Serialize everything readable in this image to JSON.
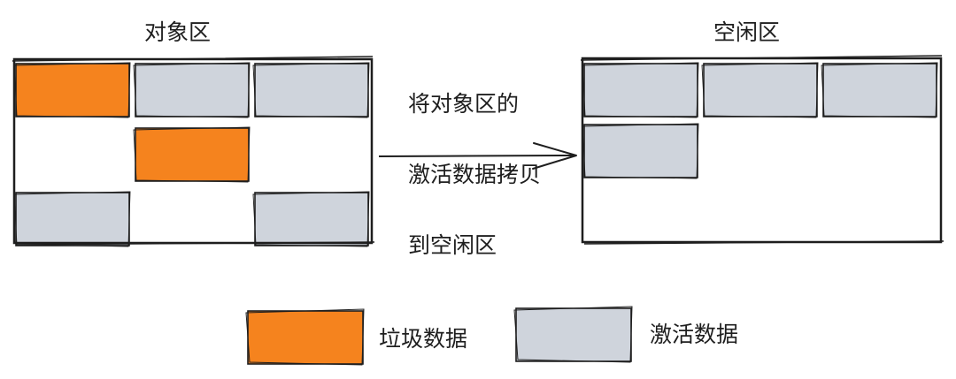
{
  "titles": {
    "from_region": "对象区",
    "to_region": "空闲区"
  },
  "arrow": {
    "caption_line1": "将对象区的",
    "caption_line2": "激活数据拷贝",
    "caption_line3": "到空闲区"
  },
  "legend": {
    "garbage_label": "垃圾数据",
    "active_label": "激活数据"
  },
  "colors": {
    "garbage": "#f5831e",
    "active": "#cfd4dc",
    "stroke": "#1e1e1e"
  },
  "object_region_cells": [
    [
      "garbage",
      "active",
      "active"
    ],
    [
      "empty",
      "garbage",
      "empty"
    ],
    [
      "active",
      "empty",
      "active"
    ]
  ],
  "free_region_cells": [
    [
      "active",
      "active",
      "active"
    ],
    [
      "active",
      "empty",
      "empty"
    ]
  ]
}
